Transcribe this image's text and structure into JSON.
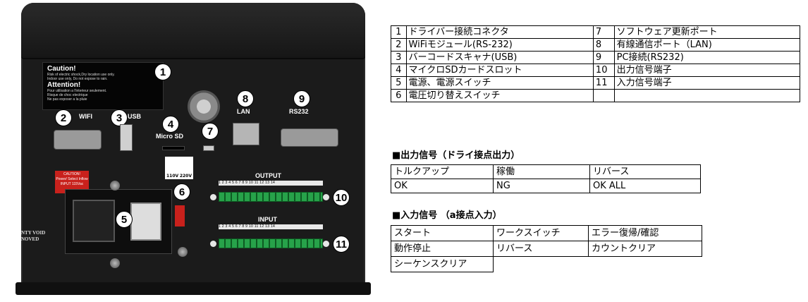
{
  "photo": {
    "caution": {
      "title1": "Caution!",
      "text1a": "Risk of electric shock,Dry location use only.",
      "text1b": "Indoor use only, Do not expose to rain.",
      "title2": "Attention!",
      "text2a": "Pour utilisation a l'interieur seulement.",
      "text2b": "Risque de choc electrique",
      "text2c": "Ne pas exposer a la pluie"
    },
    "red_label": {
      "line1": "CAUTION!",
      "line2": "Power/ Select Inflow",
      "line3": "INPUT 115Vac"
    },
    "warranty": {
      "line1": "NTY VOID",
      "line2": "NOVED"
    },
    "voltage_labels": {
      "v110": "110V",
      "v220": "220V"
    },
    "port_labels": {
      "wifi": "WIFI",
      "usb": "USB",
      "microsd": "Micro SD",
      "lan": "LAN",
      "rs232": "RS232",
      "output": "OUTPUT",
      "input": "INPUT"
    },
    "terminal_numbers": "1 2 3 4 5 6 7 8 9 10 11 12 13 14",
    "badges": [
      "1",
      "2",
      "3",
      "4",
      "5",
      "6",
      "7",
      "8",
      "9",
      "10",
      "11"
    ]
  },
  "table_ports": {
    "rows": [
      [
        "1",
        "ドライバー接続コネクタ",
        "7",
        "ソフトウェア更新ポート"
      ],
      [
        "2",
        "WiFiモジュール(RS-232)",
        "8",
        "有線通信ポート（LAN)"
      ],
      [
        "3",
        "バーコードスキャナ(USB)",
        "9",
        "PC接続(RS232)"
      ],
      [
        "4",
        "マイクロSDカードスロット",
        "10",
        "出力信号端子"
      ],
      [
        "5",
        "電源、電源スイッチ",
        "11",
        "入力信号端子"
      ],
      [
        "6",
        "電圧切り替えスイッチ",
        "",
        ""
      ]
    ]
  },
  "output_section": {
    "heading": "■出力信号（ドライ接点出力）",
    "rows": [
      [
        "トルクアップ",
        "稼働",
        "リバース"
      ],
      [
        "OK",
        "NG",
        "OK ALL"
      ]
    ]
  },
  "input_section": {
    "heading": "■入力信号 （a接点入力）",
    "rows": [
      [
        "スタート",
        "ワークスイッチ",
        "エラー復帰/確認"
      ],
      [
        "動作停止",
        "リバース",
        "カウントクリア"
      ],
      [
        "シーケンスクリア",
        "",
        ""
      ]
    ]
  }
}
